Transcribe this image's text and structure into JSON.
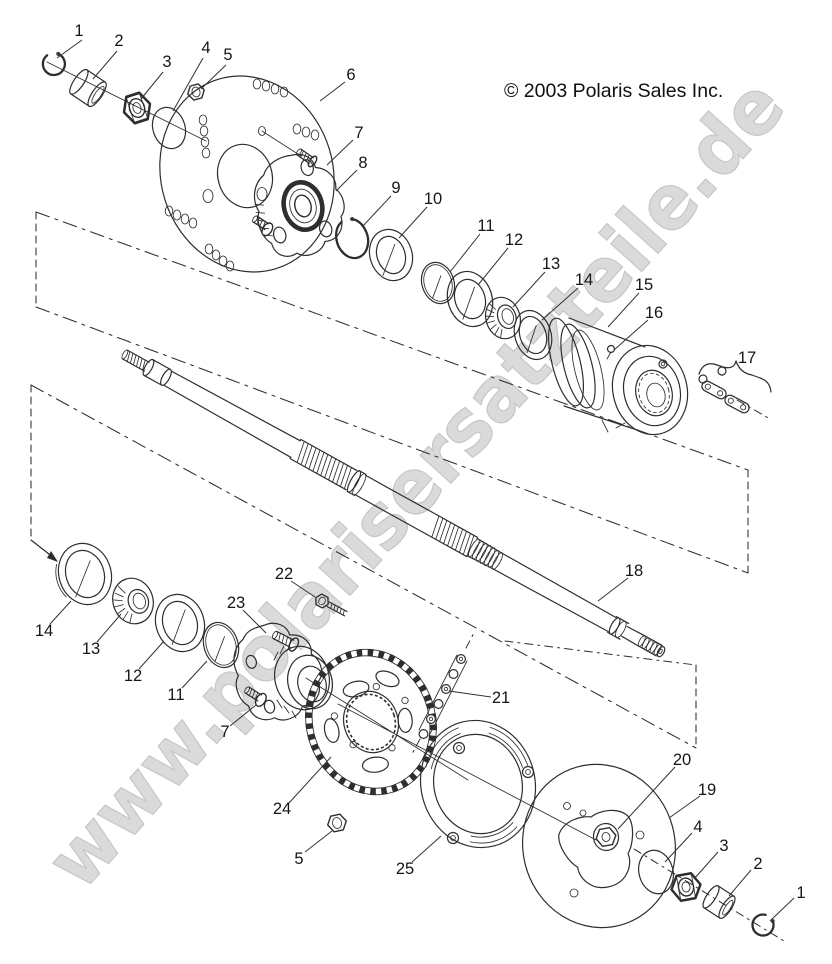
{
  "header": {
    "copyright": "© 2003 Polaris Sales Inc."
  },
  "watermark": {
    "text": "www.polarisersatzteile.de"
  },
  "diagram": {
    "callouts": [
      {
        "id": "tl1",
        "label": "1"
      },
      {
        "id": "tl2",
        "label": "2"
      },
      {
        "id": "tl3",
        "label": "3"
      },
      {
        "id": "tl4",
        "label": "4"
      },
      {
        "id": "tl5",
        "label": "5"
      },
      {
        "id": "p6",
        "label": "6"
      },
      {
        "id": "p7",
        "label": "7"
      },
      {
        "id": "p8",
        "label": "8"
      },
      {
        "id": "p9",
        "label": "9"
      },
      {
        "id": "p10",
        "label": "10"
      },
      {
        "id": "p11",
        "label": "11"
      },
      {
        "id": "p12",
        "label": "12"
      },
      {
        "id": "p13",
        "label": "13"
      },
      {
        "id": "p14",
        "label": "14"
      },
      {
        "id": "p15",
        "label": "15"
      },
      {
        "id": "p16",
        "label": "16"
      },
      {
        "id": "p17",
        "label": "17"
      },
      {
        "id": "p18",
        "label": "18"
      },
      {
        "id": "bl14",
        "label": "14"
      },
      {
        "id": "bl13",
        "label": "13"
      },
      {
        "id": "bl12",
        "label": "12"
      },
      {
        "id": "bl11",
        "label": "11"
      },
      {
        "id": "p22",
        "label": "22"
      },
      {
        "id": "p23",
        "label": "23"
      },
      {
        "id": "b7",
        "label": "7"
      },
      {
        "id": "p24",
        "label": "24"
      },
      {
        "id": "b5",
        "label": "5"
      },
      {
        "id": "p21",
        "label": "21"
      },
      {
        "id": "p25",
        "label": "25"
      },
      {
        "id": "p20",
        "label": "20"
      },
      {
        "id": "p19",
        "label": "19"
      },
      {
        "id": "br4",
        "label": "4"
      },
      {
        "id": "br3",
        "label": "3"
      },
      {
        "id": "br2",
        "label": "2"
      },
      {
        "id": "br1",
        "label": "1"
      }
    ]
  }
}
